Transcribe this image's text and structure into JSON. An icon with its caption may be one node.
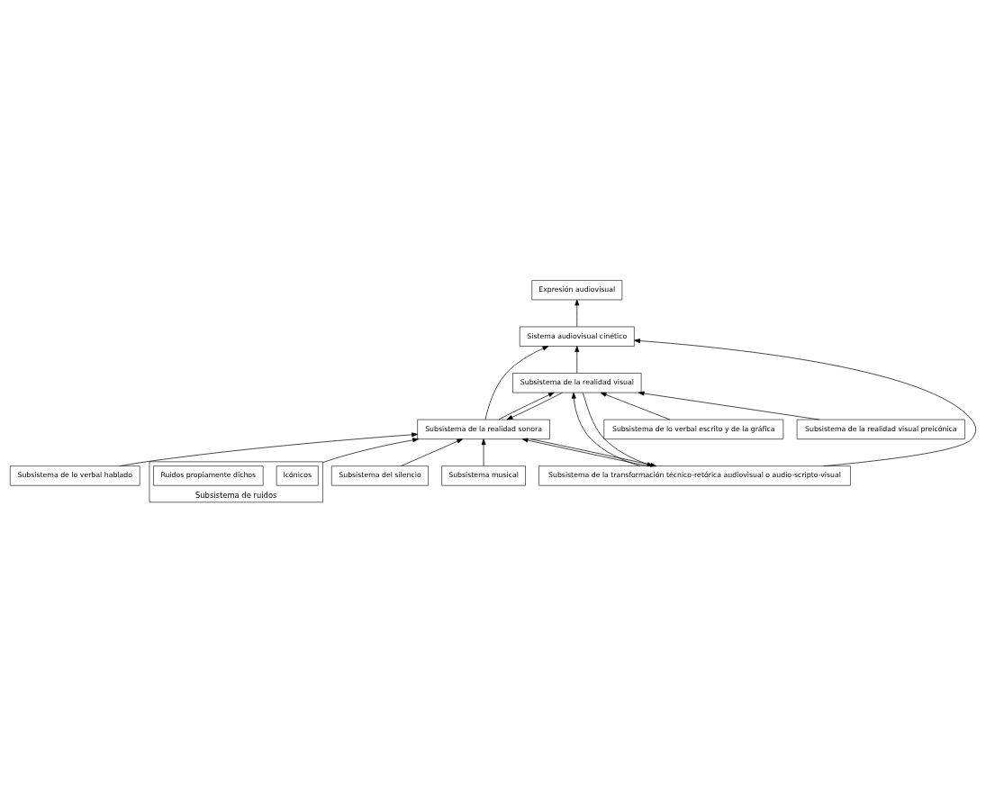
{
  "diagram": {
    "nodes": [
      {
        "text": [
          "Expresión audiovisual"
        ]
      },
      {
        "text": [
          "Sistema audiovisual cinético"
        ]
      },
      {
        "text": [
          "Subsistema de la transformación técnico-retórica audiovisual o audio-scripto-visual"
        ]
      },
      {
        "text": [
          "Subsistema de la realidad sonora"
        ]
      },
      {
        "text": [
          "Subsistema de la realidad visual"
        ]
      },
      {
        "text": [
          "Subsistema de lo verbal hablado"
        ]
      },
      {
        "text": [
          "Subsistema de ruidos"
        ]
      },
      {
        "text": [
          "Icónicos"
        ],
        "in": 6
      },
      {
        "text": [
          "Ruidos propiamente dichos"
        ],
        "in": 6
      },
      {
        "text": [
          "Subsistema del silencio"
        ]
      },
      {
        "text": [
          "Subsistema musical"
        ]
      },
      {
        "text": [
          "Subsistema de lo verbal escrito y de la gráfica"
        ]
      },
      {
        "text": [
          "Subsistema de la realidad visual preicónica"
        ]
      }
    ],
    "edges": [
      {
        "from": 1,
        "to": 0,
        "arrow": "to"
      },
      {
        "from": 3,
        "to": 1,
        "arrow": "to"
      },
      {
        "from": 2,
        "to": 1,
        "arrow": "to"
      },
      {
        "from": 4,
        "to": 1,
        "arrow": "to"
      },
      {
        "from": 3,
        "to": 2,
        "arrow": "to"
      },
      {
        "from": 2,
        "to": 3,
        "arrow": "to"
      },
      {
        "from": 2,
        "to": 4,
        "arrow": "to"
      },
      {
        "from": 4,
        "to": 2,
        "arrow": "to"
      },
      {
        "from": 3,
        "to": 4,
        "arrow": "to"
      },
      {
        "from": 4,
        "to": 3,
        "arrow": "to"
      },
      {
        "from": 5,
        "to": 3,
        "arrow": "to"
      },
      {
        "from": 6,
        "to": 3,
        "arrow": "to"
      },
      {
        "from": 9,
        "to": 3,
        "arrow": "to"
      },
      {
        "from": 10,
        "to": 3,
        "arrow": "to"
      },
      {
        "from": 11,
        "to": 4,
        "arrow": "to"
      },
      {
        "from": 12,
        "to": 4,
        "arrow": "to"
      }
    ]
  }
}
